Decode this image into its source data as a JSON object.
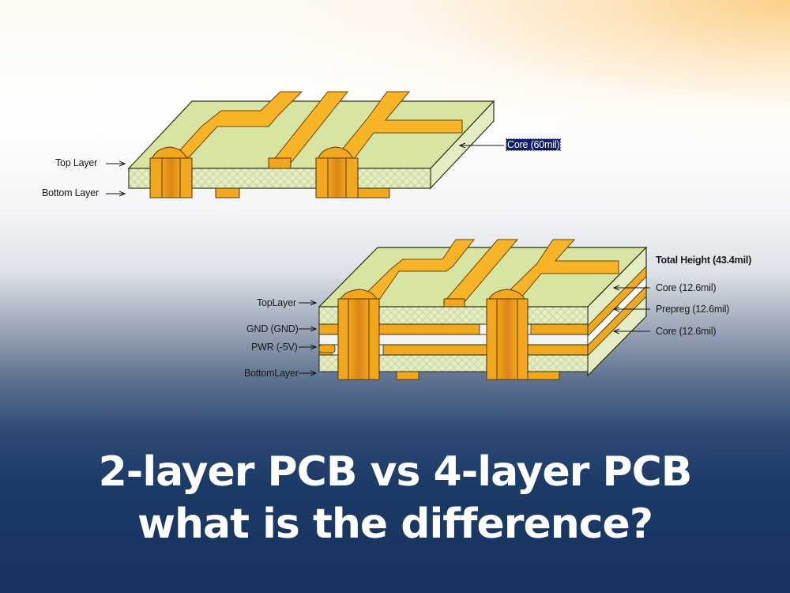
{
  "title": {
    "line1": "2-layer PCB vs 4-layer PCB",
    "line2": "what is the difference?"
  },
  "two_layer": {
    "labels": {
      "top": "Top Layer",
      "bottom": "Bottom Layer",
      "core": "Core (60mil)"
    }
  },
  "four_layer": {
    "labels": {
      "total": "Total Height (43.4mil)",
      "core1": "Core (12.6mil)",
      "prepreg": "Prepreg (12.6mil)",
      "core2": "Core (12.6mil)",
      "top": "TopLayer",
      "gnd": "GND (GND)",
      "pwr": "PWR (-5V)",
      "bottom": "BottomLayer"
    }
  },
  "colors": {
    "substrate_top": "#d8e5a2",
    "substrate_side": "#e3ecc2",
    "copper": "#f0a81e",
    "copper_dark": "#c97a10",
    "background_bottom": "#17335f",
    "background_glow": "#fcce82",
    "highlight": "#0d1f6b"
  }
}
